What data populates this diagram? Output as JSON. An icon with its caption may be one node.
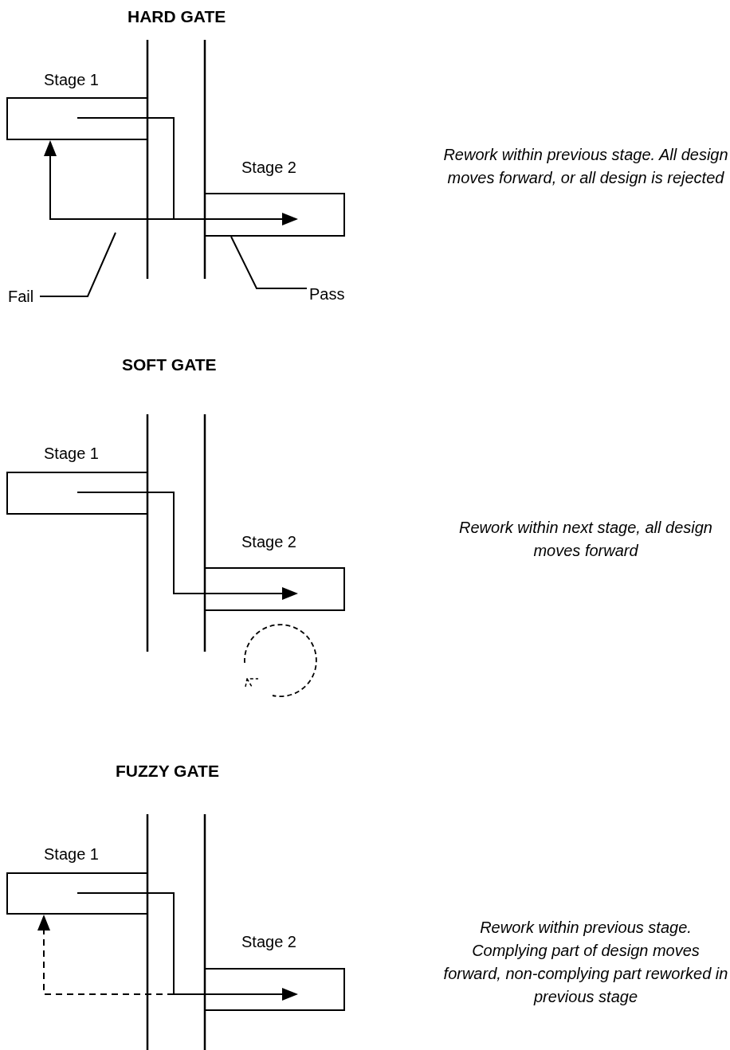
{
  "diagram": {
    "nodes": [
      {
        "text": [
          "Stage 1"
        ]
      },
      {
        "text": [
          "Stage 2"
        ]
      },
      {
        "text": [
          "Fail"
        ]
      },
      {
        "text": [
          "Pass"
        ]
      },
      {
        "text": [
          "Stage 1"
        ]
      },
      {
        "text": [
          "Stage 2"
        ]
      },
      {
        "text": [
          "Stage 1"
        ]
      },
      {
        "text": [
          "Stage 2"
        ]
      }
    ],
    "edges": [
      {
        "from": 0,
        "to": 1,
        "arrow": "to"
      },
      {
        "from": null,
        "to": 0,
        "arrow": "to"
      },
      {
        "from": 2,
        "to": null,
        "arrow": "none"
      },
      {
        "from": 3,
        "to": 1,
        "arrow": "none"
      },
      {
        "from": 4,
        "to": 5,
        "arrow": "to"
      },
      {
        "from": 6,
        "to": 7,
        "arrow": "to"
      },
      {
        "from": null,
        "to": 6,
        "arrow": "to",
        "style": "dashed"
      }
    ],
    "labels": [
      "HARD GATE",
      "Rework within previous stage. All design moves forward, or all design is rejected",
      "SOFT GATE",
      "Rework within next stage, all design moves forward",
      "FUZZY GATE",
      "Rework within previous stage. Complying part of design moves forward, non-complying part reworked in previous stage"
    ]
  }
}
